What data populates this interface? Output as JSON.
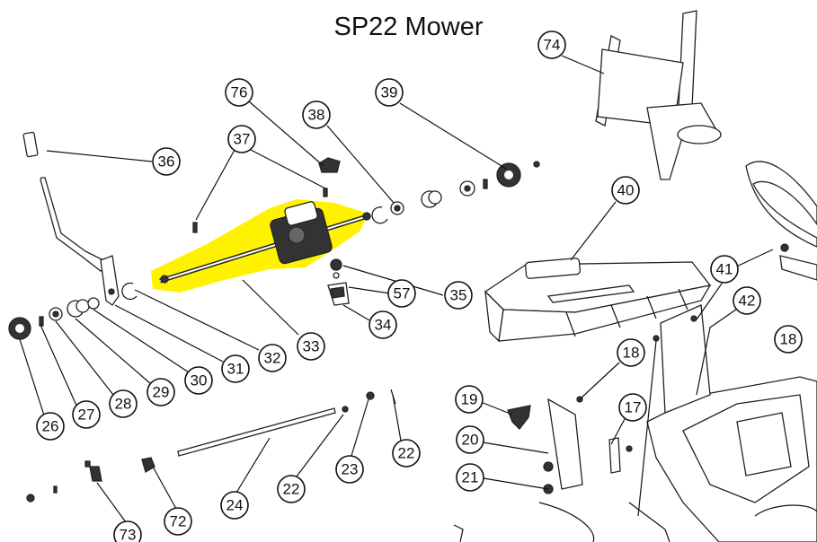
{
  "title": "SP22 Mower",
  "highlight_color": "#fff200",
  "callouts": {
    "c74": "74",
    "c39": "39",
    "c76": "76",
    "c38": "38",
    "c37": "37",
    "c36": "36",
    "c40": "40",
    "c41": "41",
    "c42": "42",
    "c18a": "18",
    "c18b": "18",
    "c57": "57",
    "c35": "35",
    "c34": "34",
    "c33": "33",
    "c32": "32",
    "c31": "31",
    "c30": "30",
    "c29": "29",
    "c28": "28",
    "c27": "27",
    "c26": "26",
    "c19": "19",
    "c17": "17",
    "c20": "20",
    "c21": "21",
    "c22a": "22",
    "c22b": "22",
    "c23": "23",
    "c24": "24",
    "c72": "72",
    "c73": "73"
  }
}
